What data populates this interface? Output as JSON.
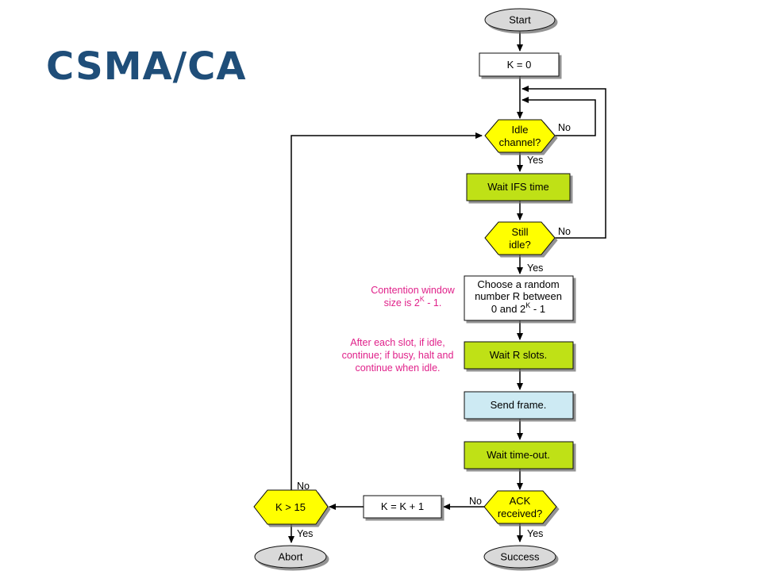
{
  "title": "CSMA/CA",
  "colors": {
    "title": "#1f4e79",
    "decision_fill": "#ffff00",
    "wait_fill": "#bfe119",
    "send_fill": "#cdeaf3",
    "terminal_fill": "#d9d9d9",
    "process_fill": "#ffffff",
    "annotation": "#e0218a"
  },
  "nodes": {
    "start": "Start",
    "init_k": "K = 0",
    "idle_channel": [
      "Idle",
      "channel?"
    ],
    "wait_ifs": "Wait IFS time",
    "still_idle": [
      "Still",
      "idle?"
    ],
    "choose_random": [
      "Choose a random",
      "number R between",
      "0 and 2",
      "K",
      " - 1"
    ],
    "wait_r_slots": "Wait R slots.",
    "send_frame": "Send frame.",
    "wait_timeout": "Wait time-out.",
    "ack_received": [
      "ACK",
      "received?"
    ],
    "increment_k": "K = K + 1",
    "k_limit": "K > 15",
    "abort": "Abort",
    "success": "Success"
  },
  "edge_labels": {
    "yes": "Yes",
    "no": "No"
  },
  "notes": {
    "contention_window": [
      "Contention window",
      "size is 2",
      "K",
      " - 1."
    ],
    "slot_rule": [
      "After each slot, if idle,",
      "continue; if busy, halt and",
      "continue when idle."
    ]
  }
}
